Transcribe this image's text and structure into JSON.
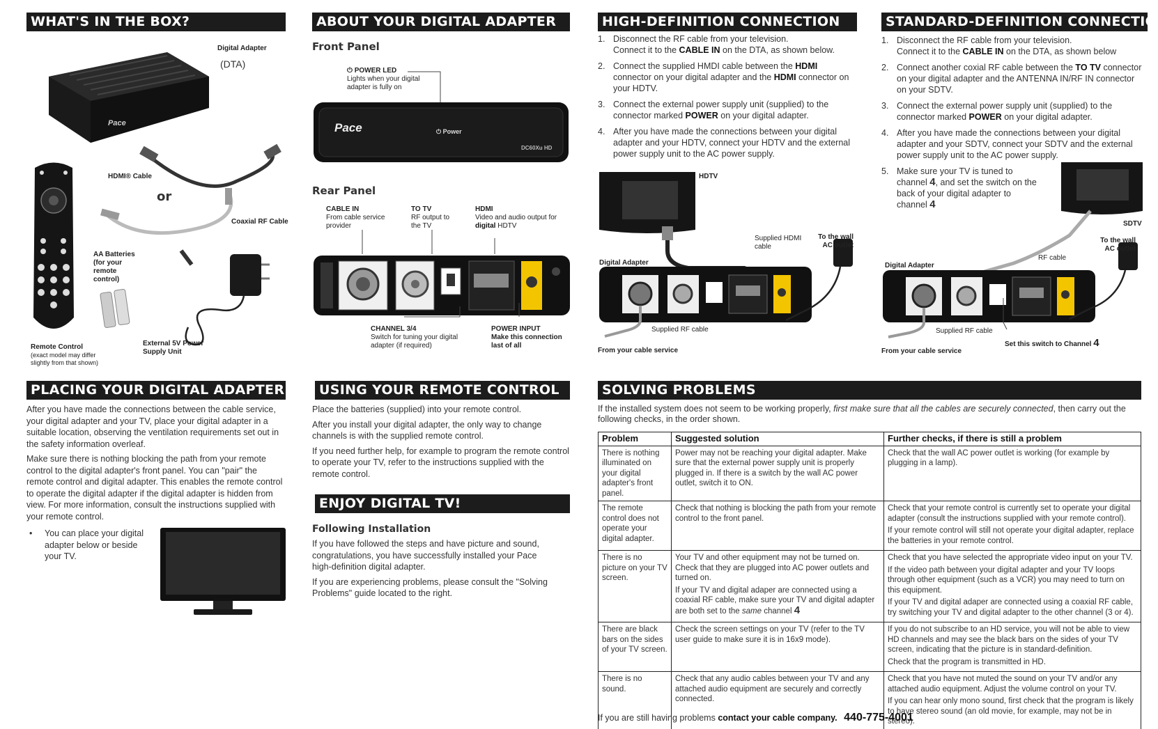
{
  "box": {
    "title": "WHAT'S IN THE BOX?",
    "adapter_label": "Digital Adapter",
    "adapter_abbr": "(DTA)",
    "brand": "Pace",
    "hdmi_cable": "HDMI® Cable",
    "or": "or",
    "coax_cable": "Coaxial RF Cable",
    "batteries": "AA Batteries (for your remote control)",
    "remote": "Remote Control",
    "remote_note": "(exact model may differ slightly from that shown)",
    "psu": "External 5V Power Supply Unit"
  },
  "about": {
    "title": "ABOUT YOUR DIGITAL ADAPTER",
    "front_panel": "Front Panel",
    "power_led": "⏻ POWER LED",
    "power_led_desc": "Lights when your digital adapter is fully on",
    "front_power": "⏻ Power",
    "model": "DC60Xu HD",
    "rear_panel": "Rear Panel",
    "cable_in": "CABLE IN",
    "cable_in_desc": "From cable service provider",
    "to_tv": "TO TV",
    "to_tv_desc": "RF output to the TV",
    "hdmi": "HDMI",
    "hdmi_desc_pre": "Video and audio output for ",
    "hdmi_desc_bold": "digital",
    "hdmi_desc_post": " HDTV",
    "channel": "CHANNEL 3/4",
    "channel_desc": "Switch for tuning your digital adapter (if required)",
    "power_input": "POWER INPUT",
    "power_input_desc": "Make this connection last of all"
  },
  "hd": {
    "title": "HIGH-DEFINITION CONNECTION",
    "s1a": "Disconnect the RF cable from your television.",
    "s1b_pre": "Connect it to the ",
    "s1b_bold": "CABLE IN",
    "s1b_post": " on the DTA, as shown below.",
    "s2_pre": "Connect the supplied HMDI cable between the ",
    "s2_b1": "HDMI",
    "s2_mid": " connector on your digital adapter and the ",
    "s2_b2": "HDMI",
    "s2_post": " connector on your HDTV.",
    "s3_pre": "Connect the external power supply unit (supplied) to the connector marked ",
    "s3_bold": "POWER",
    "s3_post": " on your digital adapter.",
    "s4": "After you have made the connections between your digital adapter and your HDTV, connect your HDTV and the external power supply unit to the AC power supply.",
    "hdtv": "HDTV",
    "hdmi_cable": "Supplied HDMI cable",
    "wall": "To the wall AC outlet",
    "adapter": "Digital Adapter",
    "rf_cable": "Supplied RF cable",
    "from": "From your cable service"
  },
  "sd": {
    "title": "STANDARD-DEFINITION CONNECTION",
    "s1a": "Disconnect the RF cable from your television.",
    "s1b_pre": "Connect it to the ",
    "s1b_bold": "CABLE IN",
    "s1b_post": " on the DTA, as shown below",
    "s2_pre": "Connect another coxial RF cable between the ",
    "s2_bold": "TO TV",
    "s2_post": " connector on your digital adapter and the ANTENNA IN/RF IN connector on your SDTV.",
    "s3_pre": "Connect the external power supply unit (supplied) to the connector marked ",
    "s3_bold": "POWER",
    "s3_post": " on your digital adapter.",
    "s4": "After you have made the connections between your digital adapter and your SDTV, connect your SDTV and the external power supply unit to the AC power supply.",
    "s5_a": "Make sure your TV is tuned to channel ",
    "s5_ch": "4",
    "s5_b": ", and set the switch on the back of your digital adapter to channel ",
    "s5_ch2": "4",
    "sdtv": "SDTV",
    "wall": "To the wall AC outlet",
    "rf": "RF cable",
    "adapter": "Digital Adapter",
    "rf_supplied": "Supplied RF cable",
    "switch": "Set this switch to Channel ",
    "switch_ch": "4",
    "from": "From your cable service"
  },
  "placing": {
    "title": "PLACING YOUR DIGITAL ADAPTER",
    "p1": "After you have made the connections between the cable service, your digital adapter and your TV, place your digital adapter in a suitable location, observing the ventilation requirements set out in the safety information overleaf.",
    "p2": "Make sure there is nothing blocking the path from your remote control to the digital adapter's front panel. You can \"pair\" the remote control and digital adapter. This enables the remote control to operate the digital adapter if the digital adapter is hidden from view. For more information, consult the instructions supplied with your remote control.",
    "bullet": "You can place your digital adapter below or beside your TV."
  },
  "remote": {
    "title": "USING YOUR REMOTE CONTROL",
    "p1": "Place the batteries (supplied) into your remote control.",
    "p2": "After you install your digital adapter, the only way to change channels is with the supplied remote control.",
    "p3": "If you need further help, for example to program the remote control to operate your TV, refer to the instructions supplied with the remote control."
  },
  "enjoy": {
    "title": "ENJOY DIGITAL TV!",
    "subtitle": "Following Installation",
    "p1": "If you have followed the steps and have picture and sound, congratulations, you have successfully installed your Pace high-definition digital adapter.",
    "p2": "If you are experiencing problems, please consult the \"Solving Problems\" guide located to the right."
  },
  "solving": {
    "title": "SOLVING PROBLEMS",
    "intro_pre": "If the installed system does not seem to be working properly, ",
    "intro_em": "first make sure that all the cables are securely connected",
    "intro_post": ", then carry out the following checks, in the order shown.",
    "headers": [
      "Problem",
      "Suggested solution",
      "Further checks, if there is still a problem"
    ],
    "r1": {
      "p": "There is nothing illuminated on your digital adapter's front panel.",
      "s": "Power may not be reaching your digital adapter. Make sure that the external power supply unit is properly plugged in. If there is a switch by the wall AC power outlet, switch it to ON.",
      "f1": "Check that the wall AC power outlet is working (for example by plugging in a lamp)."
    },
    "r2": {
      "p": "The remote control does not operate your digital adapter.",
      "s": "Check that nothing is blocking the path from your remote control to the front panel.",
      "f1": "Check that your remote control is currently set to operate your digital adapter (consult the instructions supplied with your remote control).",
      "f2": "If your remote control will still not operate your digital adapter, replace the batteries in your remote control."
    },
    "r3": {
      "p": "There is no picture on your TV screen.",
      "s1": "Your TV and other equipment may not be turned on. Check that they are plugged into AC power outlets and turned on.",
      "s2_pre": "If your TV and digital adaper are connected using a coaxial RF cable, make sure your TV and digital adapter are both set to the ",
      "s2_em": "same",
      "s2_post": " channel ",
      "s2_ch": "4",
      "f1": "Check that you have selected the appropriate video input on your TV.",
      "f2": "If the video path between your digital adapter and your TV loops through other equipment (such as a VCR) you may need to turn on this equipment.",
      "f3": "If your TV and digital adaper are connected using a coaxial RF cable, try switching your TV and digital adapter to the other channel (3 or 4)."
    },
    "r4": {
      "p": "There are black bars on the sides of your TV screen.",
      "s": "Check the screen settings on your TV (refer to the TV user guide to make sure it is in 16x9 mode).",
      "f1": "If you do not subscribe to an HD service, you will not be able to view HD channels and may see the black bars on the sides of your TV screen, indicating that the picture is in standard-definition.",
      "f2": "Check that the program is transmitted in HD."
    },
    "r5": {
      "p": "There is no sound.",
      "s": "Check that any audio cables between your TV and any attached audio equipment are securely and correctly connected.",
      "f1": "Check that you have not muted the sound on your TV and/or any attached audio equipment. Adjust the volume control on your TV.",
      "f2": "If you can hear only mono sound, first check that the program is likely to have stereo sound (an old movie, for example, may not be in stereo)."
    },
    "footer_pre": "If you are still having problems ",
    "footer_bold": "contact your cable company.",
    "phone": "440-775-4001"
  }
}
